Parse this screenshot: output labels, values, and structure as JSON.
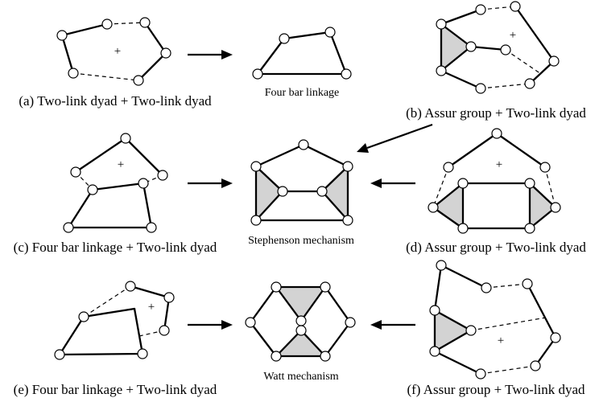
{
  "title": "Generation of linkages from dyads and Assur groups",
  "figure": {
    "panels": [
      {
        "id": "a",
        "caption": "(a) Two-link dyad + Two-link dyad"
      },
      {
        "id": "b",
        "caption": "(b) Assur group + Two-link dyad"
      },
      {
        "id": "c",
        "caption": "(c) Four bar linkage + Two-link dyad"
      },
      {
        "id": "d",
        "caption": "(d) Assur group + Two-link dyad"
      },
      {
        "id": "e",
        "caption": "(e) Four bar linkage + Two-link dyad"
      },
      {
        "id": "f",
        "caption": "(f) Assur group + Two-link dyad"
      }
    ],
    "results": [
      {
        "id": "four-bar",
        "caption": "Four bar linkage"
      },
      {
        "id": "stephenson",
        "caption": "Stephenson mechanism"
      },
      {
        "id": "watt",
        "caption": "Watt mechanism"
      }
    ],
    "plus_mark": "+",
    "colors": {
      "stroke": "#000000",
      "ternary_fill": "#d3d3d3",
      "joint_fill": "#ffffff"
    }
  }
}
